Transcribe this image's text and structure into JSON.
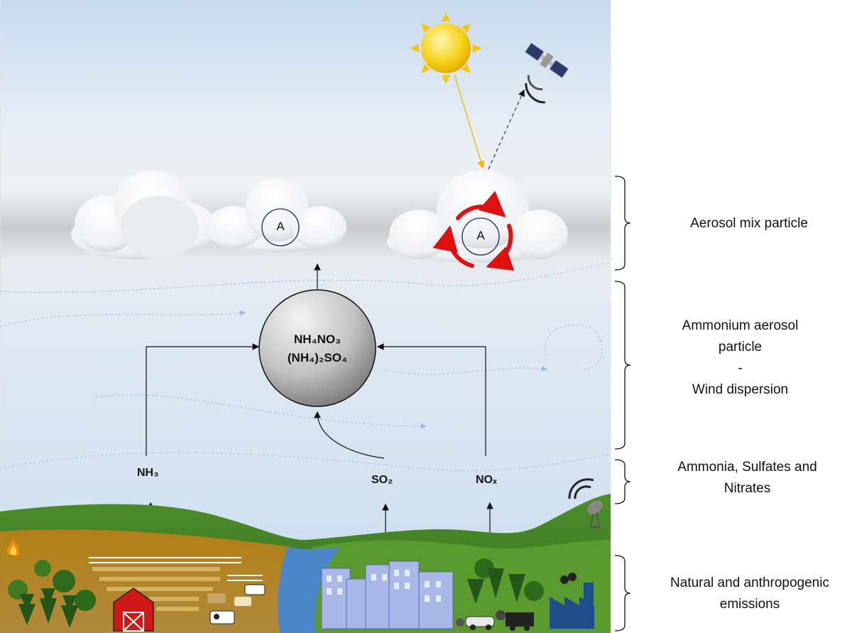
{
  "categories": {
    "aerosol_mix": "Aerosol mix particle",
    "ammonium_line1": "Ammonium aerosol",
    "ammonium_line2": "particle",
    "ammonium_line3": "-",
    "ammonium_line4": "Wind dispersion",
    "gases_line1": "Ammonia, Sulfates and",
    "gases_line2": "Nitrates",
    "emissions_line1": "Natural and anthropogenic",
    "emissions_line2": "emissions"
  },
  "particle": {
    "line1": "NH₄NO₃",
    "line2": "(NH₄)₂SO₄"
  },
  "gases": {
    "nh3": "NH₃",
    "so2": "SO₂",
    "nox": "NOₓ"
  },
  "aerosol_label": "A",
  "colors": {
    "sky_top": "#c9dcee",
    "ground_green": "#4e8a2a",
    "farm_brown": "#b07a14",
    "river": "#4a86c8",
    "cycle_red": "#e01010",
    "sun": "#f5c400"
  }
}
